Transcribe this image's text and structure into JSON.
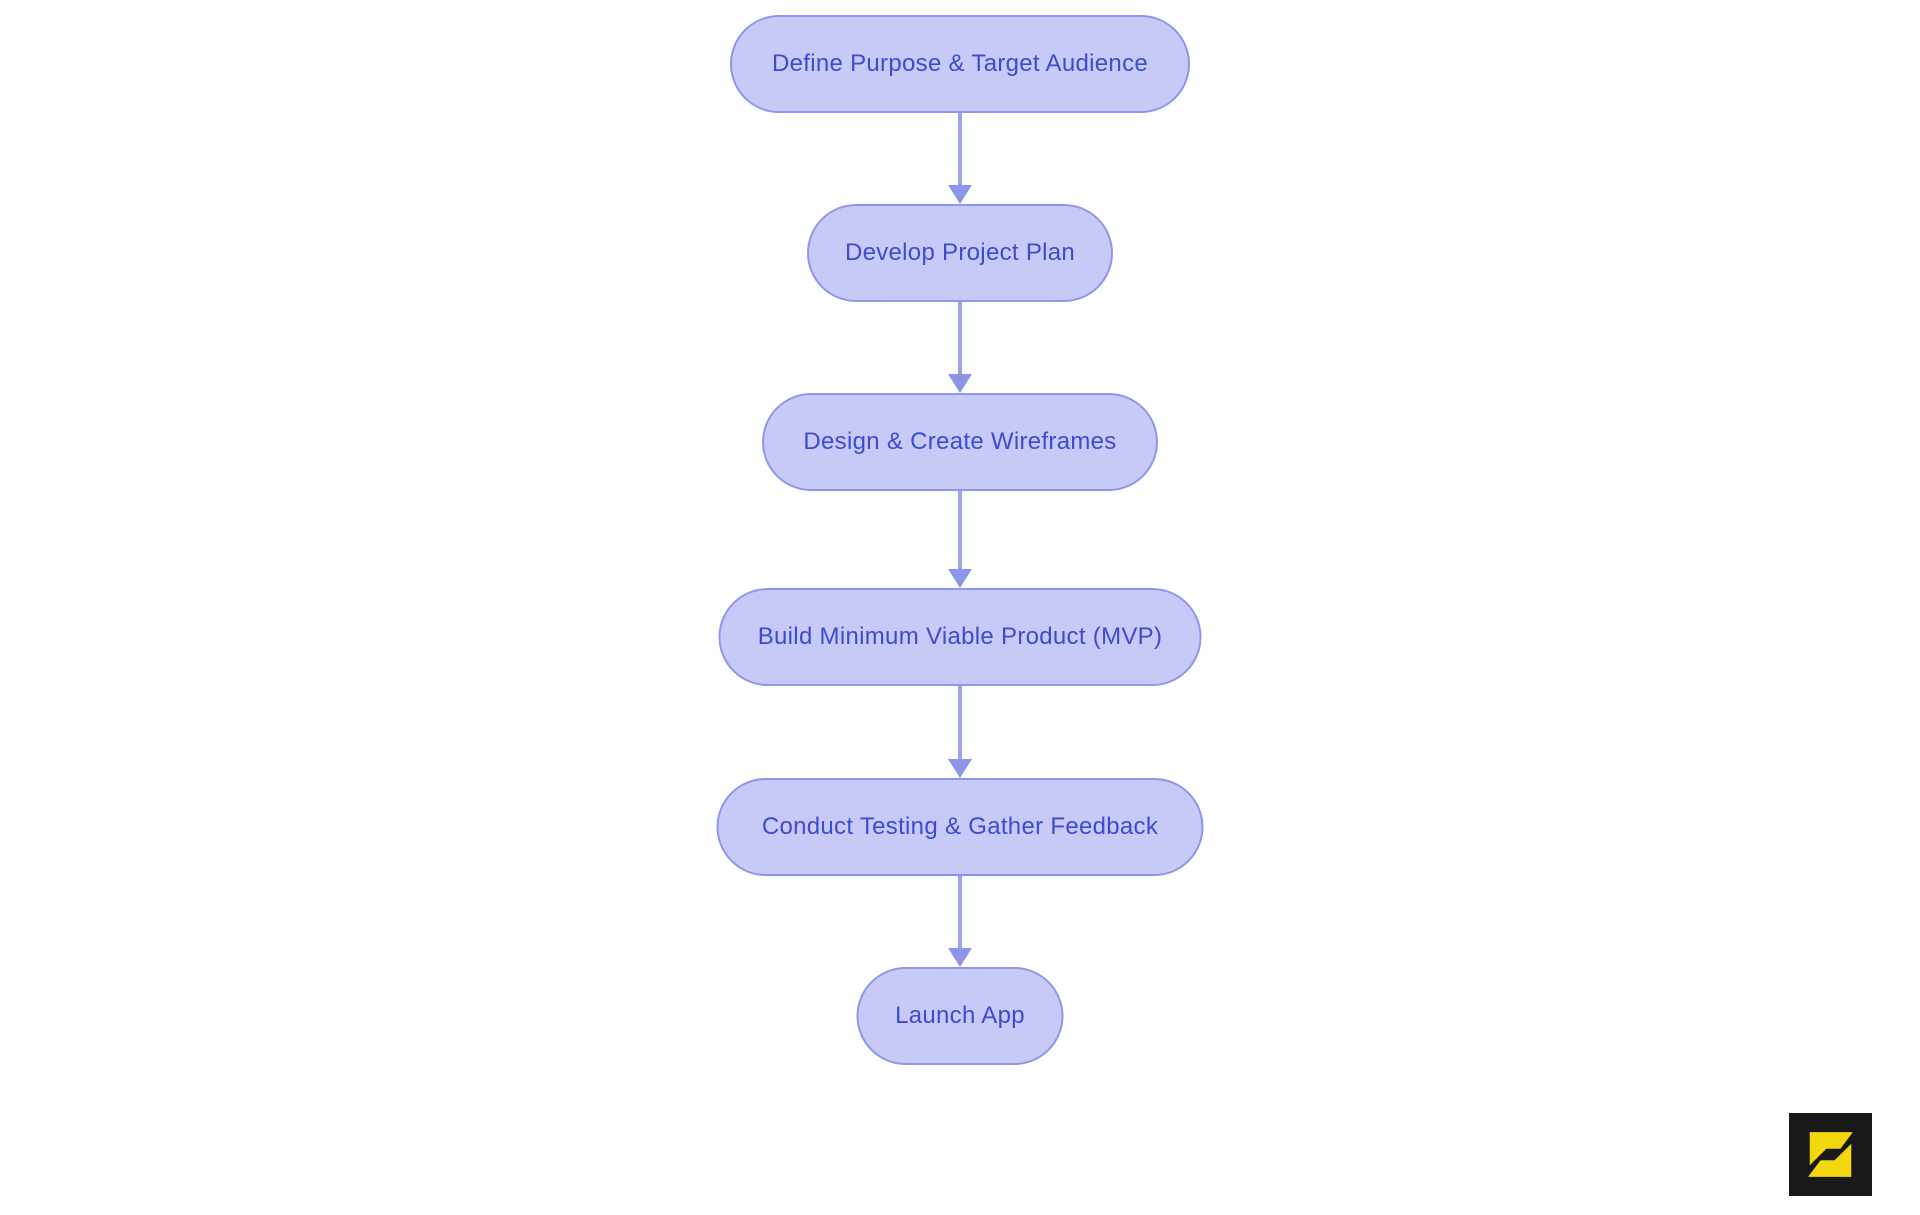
{
  "diagram": {
    "type": "flowchart",
    "direction": "top-down",
    "nodes": [
      {
        "id": "define-purpose",
        "label": "Define Purpose & Target Audience"
      },
      {
        "id": "develop-plan",
        "label": "Develop Project Plan"
      },
      {
        "id": "design-wireframes",
        "label": "Design & Create Wireframes"
      },
      {
        "id": "build-mvp",
        "label": "Build Minimum Viable Product (MVP)"
      },
      {
        "id": "conduct-testing",
        "label": "Conduct Testing & Gather Feedback"
      },
      {
        "id": "launch-app",
        "label": "Launch App"
      }
    ],
    "edges": [
      {
        "from": "define-purpose",
        "to": "develop-plan"
      },
      {
        "from": "develop-plan",
        "to": "design-wireframes"
      },
      {
        "from": "design-wireframes",
        "to": "build-mvp"
      },
      {
        "from": "build-mvp",
        "to": "conduct-testing"
      },
      {
        "from": "conduct-testing",
        "to": "launch-app"
      }
    ],
    "colors": {
      "background": "#FFFFFF",
      "node_fill": "#C7CAF6",
      "node_border": "#8E96EB",
      "node_text": "#3D4BD3",
      "arrow_line": "#9BA2F0",
      "arrow_head": "#8D95E9"
    }
  },
  "logo": {
    "glyph": "S",
    "background_color": "#191919",
    "mark_color": "#F2D60E"
  }
}
